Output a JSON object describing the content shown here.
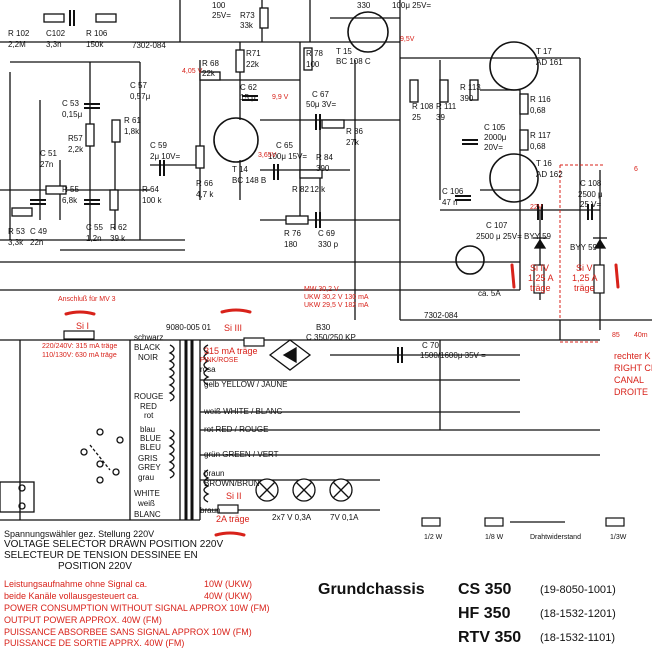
{
  "components": {
    "r102": "R 102",
    "r102_val": "2,2M",
    "c102": "C102",
    "c102_val": "3,3n",
    "r106": "R 106",
    "r106_val": "150k",
    "part_7302_084_top": "7302-084",
    "c100_val": "100",
    "c100_v": "25V=",
    "r73": "R73",
    "r73_val": "33k",
    "r78": "R 78",
    "r78_val": "100",
    "c_top_330": "330",
    "c_top_100u": "100μ 25V=",
    "t15": "T 15",
    "t15_type": "BC 108 C",
    "r71": "R71",
    "r71_val": "22k",
    "r68": "R 68",
    "r68_val": "22k",
    "c62": "C 62",
    "c62_val": "15 p",
    "c57": "C 57",
    "c57_val": "0,57μ",
    "c53": "C 53",
    "c53_val": "0,15μ",
    "r57": "R57",
    "r57_val": "2,2k",
    "r61": "R 61",
    "r61_val": "1,8k",
    "c51": "C 51",
    "c51_val": "27n",
    "c59": "C 59",
    "c59_val": "2μ 10V=",
    "c67": "C 67",
    "c67_val": "50μ 3V=",
    "t14": "T 14",
    "t14_type": "BC 148 B",
    "r66": "R 66",
    "r66_val": "4,7 k",
    "c65": "C 65",
    "c65_val": "100μ 15V=",
    "r86": "R 86",
    "r86_val": "27k",
    "r84": "R 84",
    "r84_val": "390",
    "r82": "R 82",
    "r82_val": "12 k",
    "r76": "R 76",
    "r76_val": "180",
    "c69": "C 69",
    "c69_val": "330 p",
    "r55": "R 55",
    "r55_val": "6,8k",
    "c55": "C 55",
    "c55_val": "1,2n",
    "r62": "R 62",
    "r62_val": "39 k",
    "r64": "R 64",
    "r64_val": "100 k",
    "r53": "R 53",
    "r53_val": "3,3k",
    "c49": "C 49",
    "c49_val": "22n",
    "t17": "T 17",
    "t17_type": "AD 161",
    "r108": "R 108",
    "r108_val": "25",
    "r111": "R 111",
    "r111_val": "39",
    "r113": "R 113",
    "r113_val": "390",
    "r116": "R 116",
    "r116_val": "0,68",
    "r117": "R 117",
    "r117_val": "0,68",
    "c105": "C 105",
    "c105_val": "2000μ",
    "c105_v": "20V=",
    "t16": "T 16",
    "t16_type": "AD 162",
    "c106": "C 106",
    "c106_val": "47 n",
    "c107": "C 107",
    "c107_val": "2500 μ 25V=",
    "c108": "C 108",
    "c108_val": "2500 μ",
    "c108_v": "25 V=",
    "byy59a": "BYY 59",
    "byy59b": "BYY 59",
    "c70": "C 70",
    "c70_val": "1500/1600μ 35V =",
    "b30": "B30",
    "b30_val": "C 350/250 KP",
    "lamp_ca": "ca. 5A",
    "part_7302_084_bot": "7302-084",
    "transformer_part": "9080-005 01"
  },
  "red_notes": {
    "v_9_5": "9,5V",
    "v_4_05": "4,05 V",
    "v_9_9": "9,9 V",
    "v_3_65": "3,65V",
    "v_22": "22V",
    "v_6": "6",
    "v_85": "85",
    "v_40m": "40m",
    "anschluss": "Anschluß für MV 3",
    "si_i": "Si I",
    "si_i_desc1": "220/240V: 315 mA träge",
    "si_i_desc2": "110/130V: 630 mA träge",
    "si_ii": "Si II",
    "si_ii_val": "2A träge",
    "si_iii": "Si III",
    "si_iii_val": "315 mA träge",
    "si_iv": "Si IV",
    "si_iv_val": "1,25 A",
    "si_iv_type": "träge",
    "si_v": "Si V",
    "si_v_val": "1,25 A",
    "si_v_type": "träge",
    "mw_note1": "MW 30,2 V",
    "mw_note2": "UKW 30,2 V 130 mA",
    "mw_note3": "UKW 29,5 V 182 mA",
    "right_ch1": "rechter K",
    "right_ch2": "RIGHT CH",
    "right_ch3": "CANAL",
    "right_ch4": "DROITE",
    "pink_rose": "PINK/ROSE",
    "rosa": "rosa"
  },
  "wiring": {
    "schwarz": "schwarz",
    "black": "BLACK",
    "noir": "NOIR",
    "rouge": "ROUGE",
    "red": "RED",
    "rot": "rot",
    "blau": "blau",
    "blue": "BLUE",
    "bleu": "BLEU",
    "gris": "GRIS",
    "grey": "GREY",
    "grau": "grau",
    "white": "WHITE",
    "weiss": "weiß",
    "blanc": "BLANC",
    "gelb": "gelb YELLOW / JAUNE",
    "weiss_white": "weiß WHITE / BLANC",
    "rot_red": "rot RED / ROUGE",
    "gruen": "grün GREEN / VERT",
    "braun": "braun",
    "brown": "BROWN/BRUN",
    "braun2": "braun",
    "lamps_left": "2x7 V 0,3A",
    "lamps_right": "7V 0,1A"
  },
  "selector": {
    "de": "Spannungswähler gez. Stellung 220V",
    "en": "VOLTAGE SELECTOR DRAWN POSITION 220V",
    "fr1": "SELECTEUR DE TENSION DESSINEE EN",
    "fr2": "POSITION 220V"
  },
  "legend": {
    "w_half": "1/2 W",
    "w_eighth": "1/8 W",
    "drahtwiderstand": "Drahtwiderstand",
    "w_third": "1/3W"
  },
  "power": {
    "l1": "Leistungsaufnahme ohne Signal ca.",
    "l1_v": "10W (UKW)",
    "l2": "beide Kanäle vollausgesteuert ca.",
    "l2_v": "40W (UKW)",
    "l3": "POWER CONSUMPTION WITHOUT SIGNAL APPROX 10W (FM)",
    "l4": "OUTPUT POWER APPROX. 40W (FM)",
    "l5": "PUISSANCE ABSORBEE SANS SIGNAL APPROX    10W (FM)",
    "l6": "PUISSANCE DE SORTIE APPRX. 40W (FM)"
  },
  "chassis": {
    "heading": "Grundchassis",
    "m1": "CS 350",
    "m1_code": "(19-8050-1001)",
    "m2": "HF 350",
    "m2_code": "(18-1532-1201)",
    "m3": "RTV 350",
    "m3_code": "(18-1532-1101)"
  }
}
